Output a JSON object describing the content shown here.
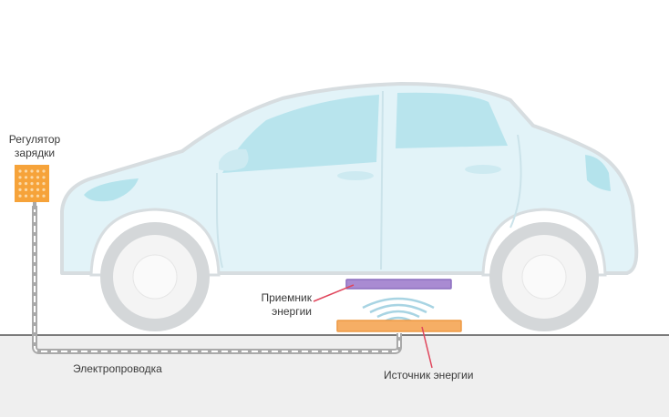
{
  "labels": {
    "charge_controller_line1": "Регулятор",
    "charge_controller_line2": "зарядки",
    "receiver_line1": "Приемник",
    "receiver_line2": "энергии",
    "wiring": "Электропроводка",
    "source": "Источник энергии"
  },
  "colors": {
    "car_body": "#e2f3f8",
    "car_outline": "#d7dde0",
    "window": "#a9dfe9",
    "receiver": "#a98bd2",
    "source": "#f6ae65",
    "controller": "#f6a33a",
    "pointer_line": "#e0465c",
    "ground": "#efefef",
    "ground_line": "#555555",
    "wire": "#a9a9a9",
    "waves": "#a8d4e3"
  }
}
